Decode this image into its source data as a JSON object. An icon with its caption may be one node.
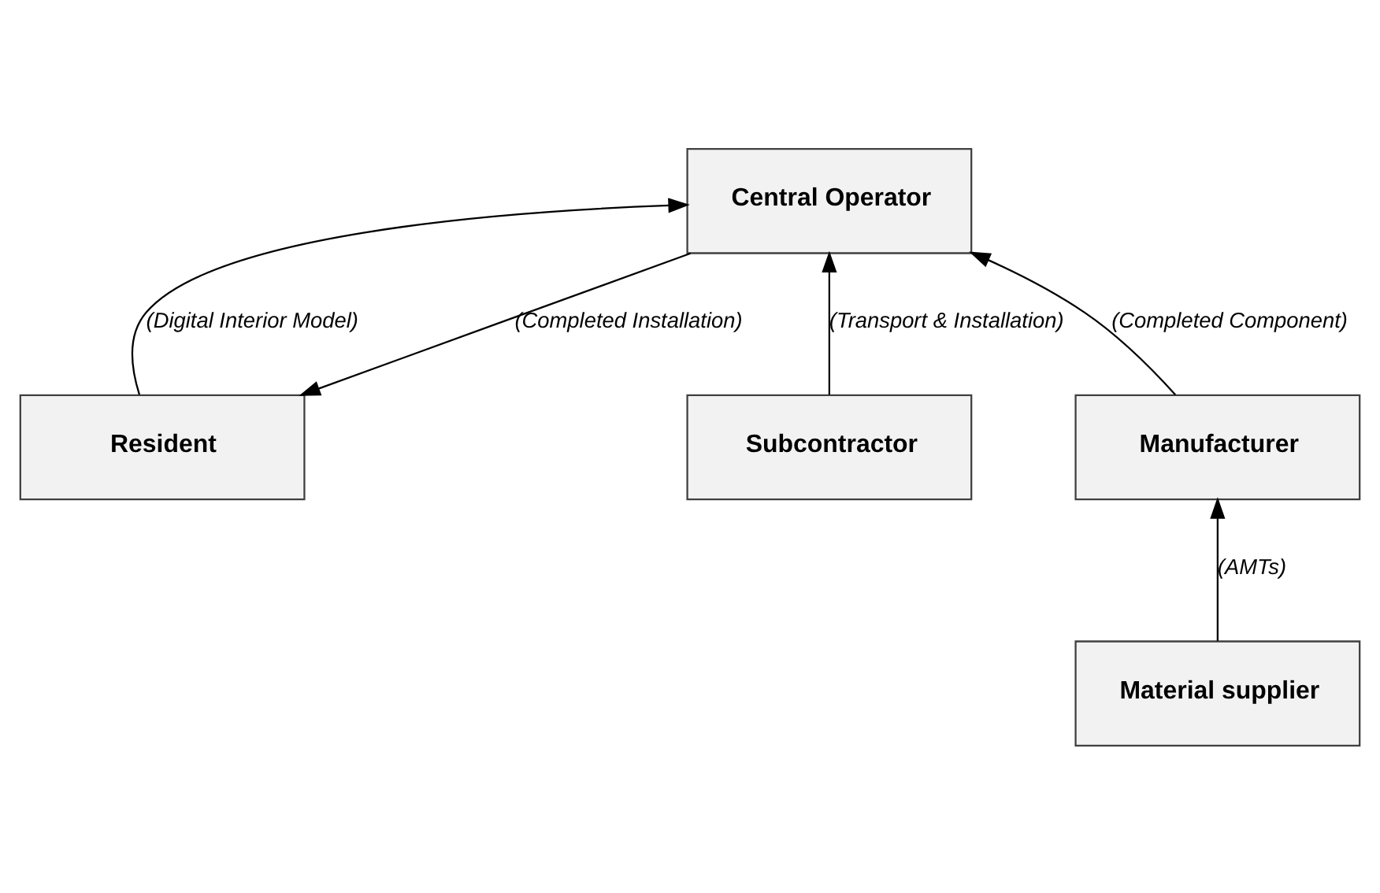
{
  "diagram": {
    "nodes": [
      {
        "text": [
          "Resident"
        ]
      },
      {
        "text": [
          "Central Operator"
        ]
      },
      {
        "text": [
          "Subcontractor"
        ]
      },
      {
        "text": [
          "Manufacturer"
        ]
      },
      {
        "text": [
          "Material supplier"
        ]
      }
    ],
    "edges": [
      {
        "from": 0,
        "to": 1,
        "arrow": "to",
        "label": "(Digital Interior Model)"
      },
      {
        "from": 1,
        "to": 0,
        "arrow": "to",
        "label": "(Completed Installation)"
      },
      {
        "from": 2,
        "to": 1,
        "arrow": "to",
        "label": "(Transport & Installation)"
      },
      {
        "from": 3,
        "to": 1,
        "arrow": "to",
        "label": "(Completed Component)"
      },
      {
        "from": 4,
        "to": 3,
        "arrow": "to",
        "label": "(AMTs)"
      }
    ]
  }
}
